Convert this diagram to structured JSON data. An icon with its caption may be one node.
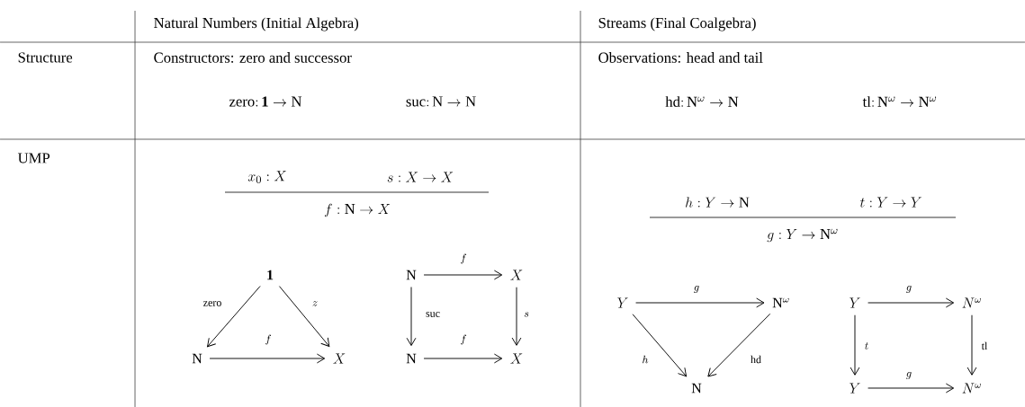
{
  "diagram": {
    "nodes": [
      {
        "text": [
          "\\mathbf{1}"
        ]
      },
      {
        "text": [
          "\\mathrm{N}"
        ]
      },
      {
        "text": [
          "X"
        ]
      },
      {
        "text": [
          "\\mathrm{N}"
        ]
      },
      {
        "text": [
          "X"
        ]
      },
      {
        "text": [
          "\\mathrm{N}"
        ]
      },
      {
        "text": [
          "X"
        ]
      },
      {
        "text": [
          "Y"
        ]
      },
      {
        "text": [
          "\\mathrm{N}^{\\omega}"
        ]
      },
      {
        "text": [
          "\\mathrm{N}"
        ]
      },
      {
        "text": [
          "Y"
        ]
      },
      {
        "text": [
          "N^{\\omega}"
        ]
      },
      {
        "text": [
          "Y"
        ]
      },
      {
        "text": [
          "N^{\\omega}"
        ]
      }
    ],
    "edges": [
      {
        "from": 0,
        "to": 1,
        "arrow": "to",
        "label": "\\mathrm{zero}"
      },
      {
        "from": 0,
        "to": 2,
        "arrow": "to",
        "label": "z"
      },
      {
        "from": 1,
        "to": 2,
        "arrow": "to",
        "label": "f"
      },
      {
        "from": 3,
        "to": 4,
        "arrow": "to",
        "label": "f"
      },
      {
        "from": 3,
        "to": 5,
        "arrow": "to",
        "label": "\\mathrm{suc}"
      },
      {
        "from": 4,
        "to": 6,
        "arrow": "to",
        "label": "s"
      },
      {
        "from": 5,
        "to": 6,
        "arrow": "to",
        "label": "f"
      },
      {
        "from": 7,
        "to": 8,
        "arrow": "to",
        "label": "g"
      },
      {
        "from": 7,
        "to": 9,
        "arrow": "to",
        "label": "h"
      },
      {
        "from": 8,
        "to": 9,
        "arrow": "to",
        "label": "\\mathrm{hd}"
      },
      {
        "from": 10,
        "to": 11,
        "arrow": "to",
        "label": "g"
      },
      {
        "from": 10,
        "to": 12,
        "arrow": "to",
        "label": "t"
      },
      {
        "from": 11,
        "to": 13,
        "arrow": "to",
        "label": "\\mathrm{tl}"
      },
      {
        "from": 12,
        "to": 13,
        "arrow": "to",
        "label": "g"
      }
    ],
    "labels": [
      "Natural Numbers (Initial Algebra)",
      "Streams (Final Coalgebra)",
      "Structure",
      "Constructors: zero and successor",
      "\\mathrm{zero}\\colon \\mathbf{1} \\to \\mathrm{N}",
      "\\mathrm{suc}\\colon \\mathrm{N} \\to \\mathrm{N}",
      "Observations: head and tail",
      "\\mathrm{hd}\\colon \\mathrm{N}^{\\omega} \\to \\mathrm{N}",
      "\\mathrm{tl}\\colon \\mathrm{N}^{\\omega} \\to \\mathrm{N}^{\\omega}",
      "UMP",
      "x_0 : X",
      "s : X \\to X",
      "f : \\mathrm{N} \\to X",
      "h : Y \\to \\mathrm{N}",
      "t : Y \\to Y",
      "g : Y \\to \\mathrm{N}^{\\omega}"
    ]
  }
}
